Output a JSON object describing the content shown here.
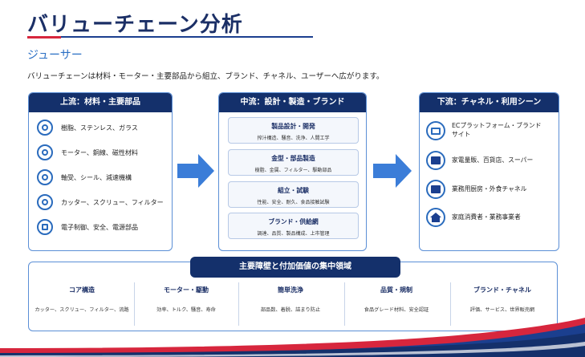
{
  "title": "バリューチェーン分析",
  "subtitle": "ジューサー",
  "description": "バリューチェーンは材料・モーター・主要部品から組立、ブランド、チャネル、ユーザーへ広がります。",
  "colors": {
    "navy": "#14306b",
    "accent_blue": "#2a6bbd",
    "arrow_blue": "#3b7dd8",
    "red": "#d7263d"
  },
  "upstream": {
    "header": "上流：材料・主要部品",
    "items": [
      {
        "label": "樹脂、ステンレス、ガラス",
        "icon": "gear-icon"
      },
      {
        "label": "モーター、銅線、磁性材料",
        "icon": "crosshair-icon"
      },
      {
        "label": "軸受、シール、減速機構",
        "icon": "gear-icon"
      },
      {
        "label": "カッター、スクリュー、フィルター",
        "icon": "crosshair-icon"
      },
      {
        "label": "電子制御、安全、電源部品",
        "icon": "chip-icon"
      }
    ]
  },
  "midstream": {
    "header": "中流：設計・製造・ブランド",
    "boxes": [
      {
        "title": "製品設計・開発",
        "sub": "搾汁構造、騒音、洗浄、人間工学"
      },
      {
        "title": "金型・部品製造",
        "sub": "樹脂、金属、フィルター、駆動部品"
      },
      {
        "title": "組立・試験",
        "sub": "性能、安全、耐久、食品接触試験"
      },
      {
        "title": "ブランド・供給網",
        "sub": "調達、品質、製品構成、上市管理"
      }
    ]
  },
  "downstream": {
    "header": "下流：チャネル・利用シーン",
    "items": [
      {
        "label": "ECプラットフォーム・ブランドサイト",
        "icon": "monitor-icon"
      },
      {
        "label": "家電量販、百貨店、スーパー",
        "icon": "store-icon"
      },
      {
        "label": "業務用厨房・外食チャネル",
        "icon": "store-icon"
      },
      {
        "label": "家庭消費者・業務事業者",
        "icon": "home-icon"
      }
    ]
  },
  "bottom": {
    "header": "主要障壁と付加価値の集中領域",
    "columns": [
      {
        "title": "コア構造",
        "desc": "カッター、スクリュー、フィルター、流路"
      },
      {
        "title": "モーター・駆動",
        "desc": "効率、トルク、騒音、寿命"
      },
      {
        "title": "簡単洗浄",
        "desc": "部品数、着脱、詰まり防止"
      },
      {
        "title": "品質・規制",
        "desc": "食品グレード材料、安全認証"
      },
      {
        "title": "ブランド・チャネル",
        "desc": "評価、サービス、世界販売網"
      }
    ]
  }
}
